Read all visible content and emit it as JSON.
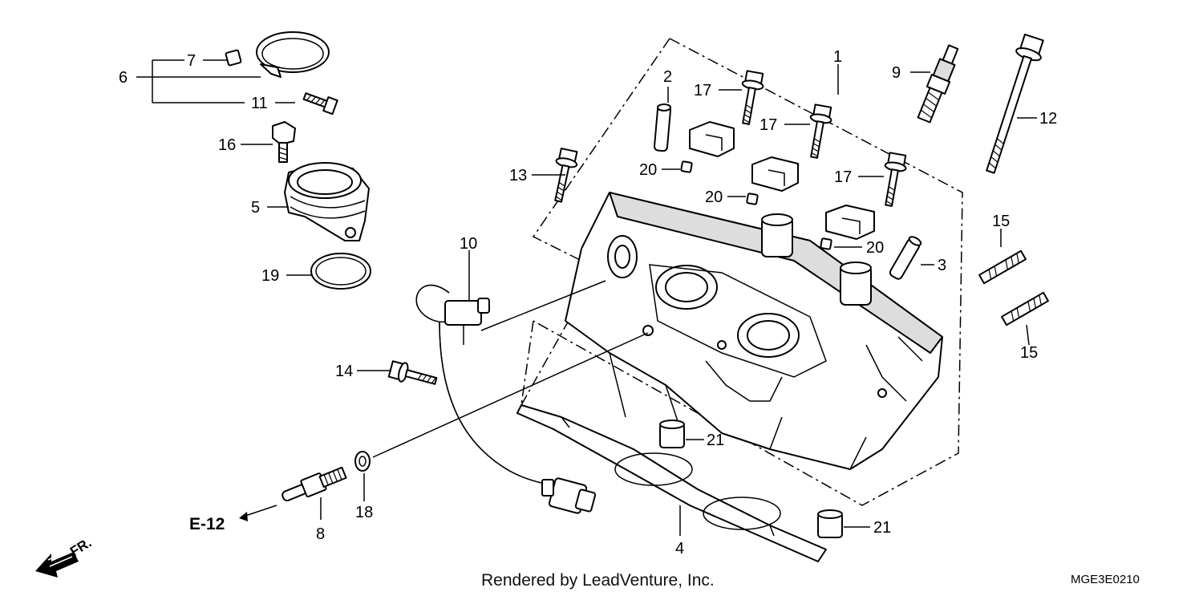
{
  "callouts": [
    {
      "id": "c1",
      "label": "1"
    },
    {
      "id": "c2",
      "label": "2"
    },
    {
      "id": "c3",
      "label": "3"
    },
    {
      "id": "c4",
      "label": "4"
    },
    {
      "id": "c5",
      "label": "5"
    },
    {
      "id": "c6",
      "label": "6"
    },
    {
      "id": "c7",
      "label": "7"
    },
    {
      "id": "c8",
      "label": "8"
    },
    {
      "id": "c9",
      "label": "9"
    },
    {
      "id": "c10",
      "label": "10"
    },
    {
      "id": "c11",
      "label": "11"
    },
    {
      "id": "c12",
      "label": "12"
    },
    {
      "id": "c13",
      "label": "13"
    },
    {
      "id": "c14",
      "label": "14"
    },
    {
      "id": "c15a",
      "label": "15"
    },
    {
      "id": "c15b",
      "label": "15"
    },
    {
      "id": "c16",
      "label": "16"
    },
    {
      "id": "c17a",
      "label": "17"
    },
    {
      "id": "c17b",
      "label": "17"
    },
    {
      "id": "c17c",
      "label": "17"
    },
    {
      "id": "c18",
      "label": "18"
    },
    {
      "id": "c19",
      "label": "19"
    },
    {
      "id": "c20a",
      "label": "20"
    },
    {
      "id": "c20b",
      "label": "20"
    },
    {
      "id": "c20c",
      "label": "20"
    },
    {
      "id": "c21a",
      "label": "21"
    },
    {
      "id": "c21b",
      "label": "21"
    }
  ],
  "reference": "E-12",
  "front_label": "FR.",
  "credit": "Rendered by LeadVenture, Inc.",
  "diagram_code": "MGE3E0210"
}
